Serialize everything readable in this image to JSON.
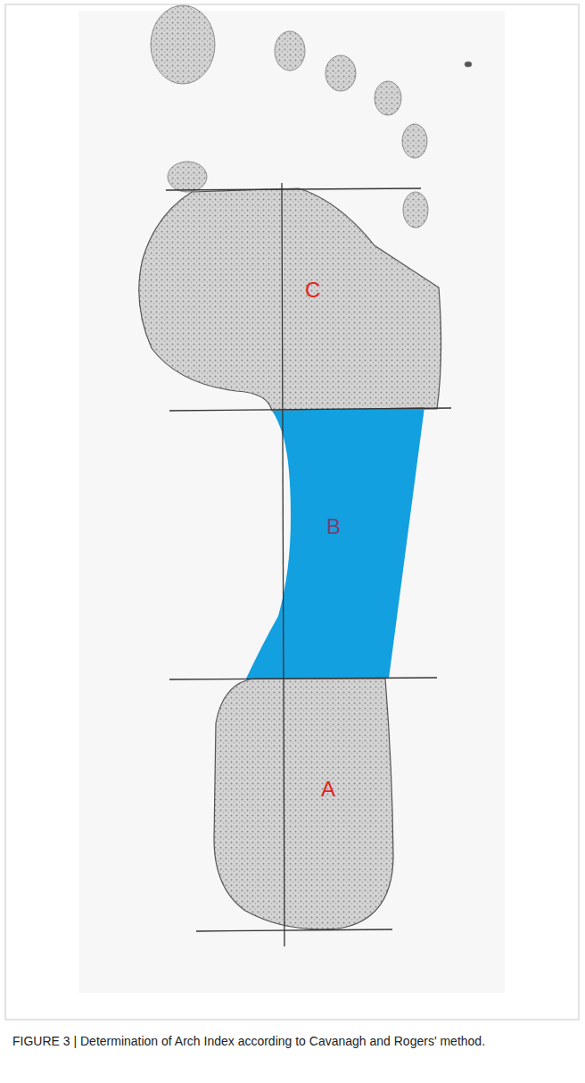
{
  "diagram": {
    "caption": "FIGURE 3 | Determination of Arch Index according to Cavanagh and Rogers' method.",
    "labels": [
      "C",
      "B",
      "A"
    ]
  }
}
